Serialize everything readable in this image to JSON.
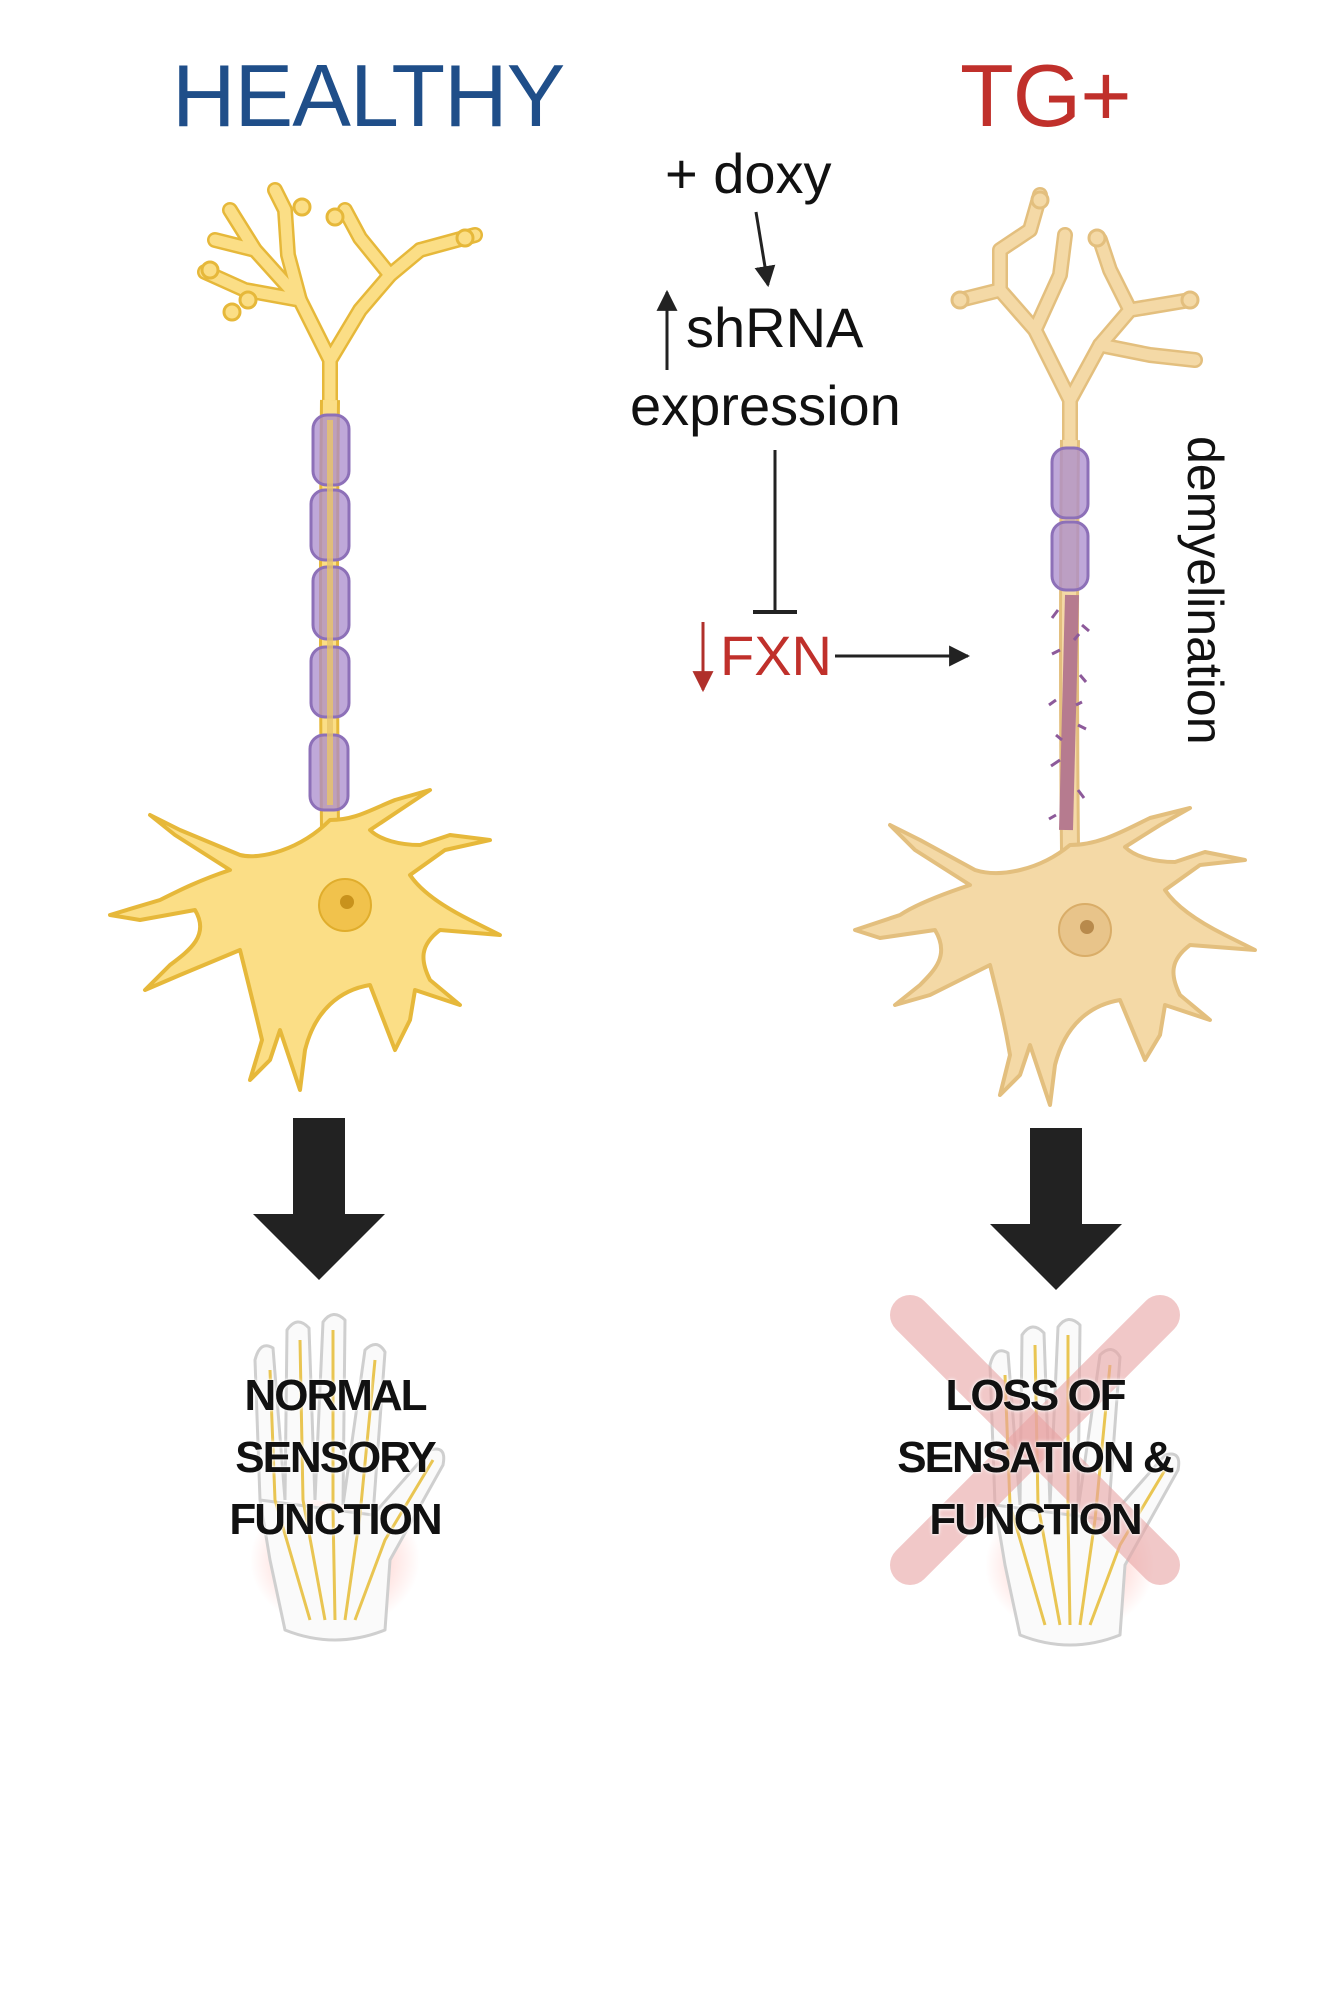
{
  "panels": {
    "healthy": {
      "title": "HEALTHY",
      "outcome_lines": [
        "NORMAL",
        "SENSORY",
        "FUNCTION"
      ]
    },
    "tg": {
      "title": "TG+",
      "outcome_lines": [
        "LOSS OF",
        "SENSATION &",
        "FUNCTION"
      ],
      "side_label": "demyelination"
    }
  },
  "mechanism": {
    "treatment": "+ doxy",
    "shrna_line1": "shRNA",
    "shrna_line2": "expression",
    "fxn": "FXN"
  },
  "colors": {
    "healthy_title": "#1f4e89",
    "tg_title": "#c0302b",
    "fxn": "#c0302b",
    "neuron_healthy": "#f8d87a",
    "neuron_tg": "#f2d39a",
    "myelin": "#a98bcc",
    "arrow": "#222222"
  }
}
